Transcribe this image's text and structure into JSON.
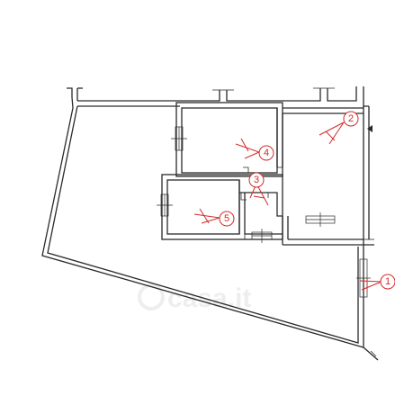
{
  "plan": {
    "watermark": "casa.it",
    "camera_color": "#d22a2a",
    "wall_color": "#2a2a2a",
    "cameras": [
      {
        "label": "1"
      },
      {
        "label": "2"
      },
      {
        "label": "3"
      },
      {
        "label": "4"
      },
      {
        "label": "5"
      }
    ]
  }
}
